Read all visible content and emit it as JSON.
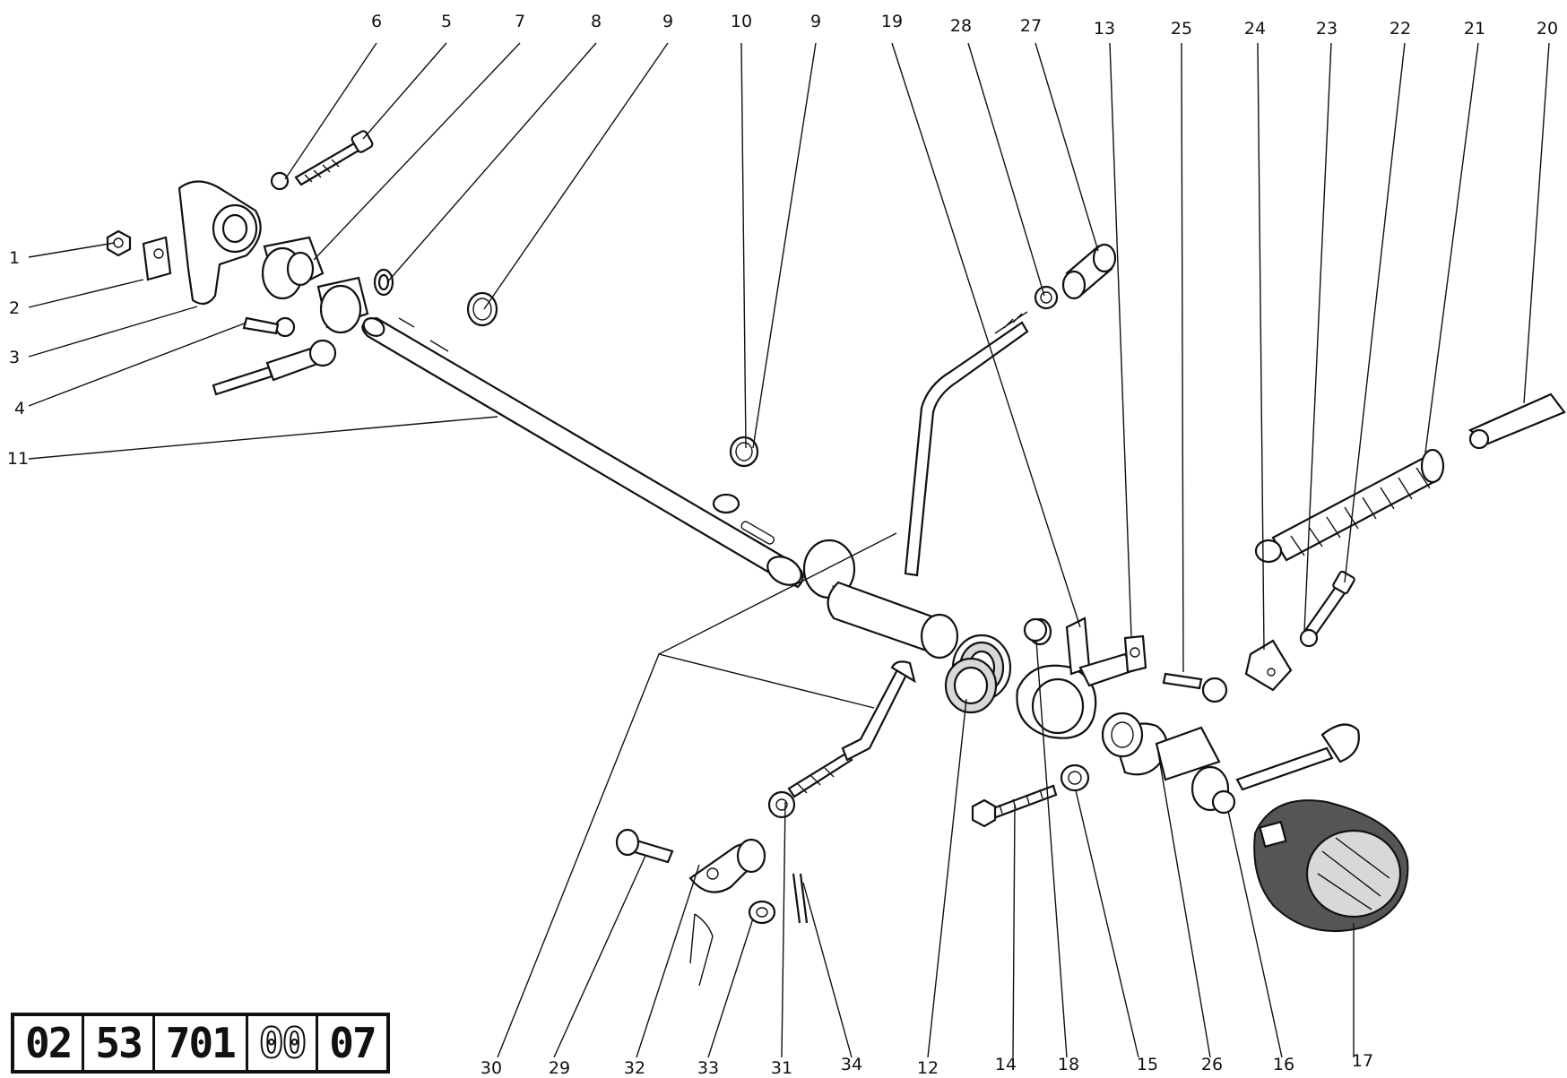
{
  "diagram": {
    "type": "exploded-parts-drawing",
    "labels": [
      "6",
      "5",
      "7",
      "8",
      "9",
      "10",
      "9",
      "19",
      "28",
      "27",
      "13",
      "25",
      "24",
      "23",
      "22",
      "21",
      "20",
      "1",
      "2",
      "3",
      "4",
      "11",
      "30",
      "29",
      "32",
      "33",
      "31",
      "34",
      "12",
      "14",
      "18",
      "15",
      "26",
      "16",
      "17"
    ]
  },
  "reference_code": [
    "02",
    "53",
    "701",
    "00",
    "07"
  ]
}
